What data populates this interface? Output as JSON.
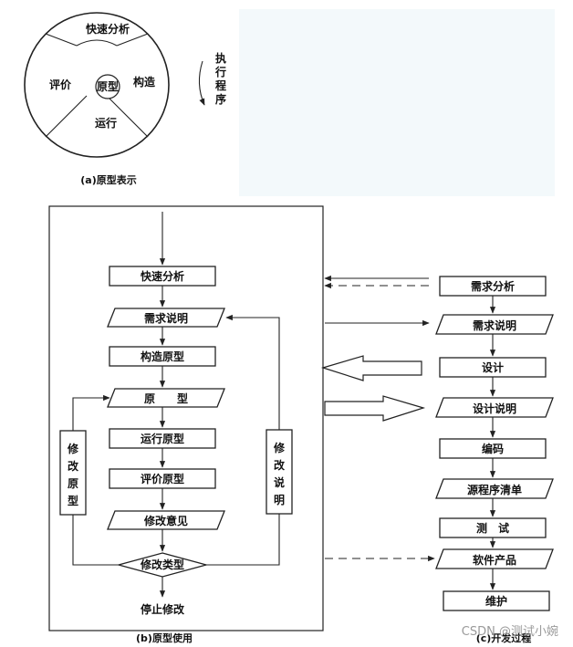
{
  "panel_a": {
    "sectors": {
      "top": "快速分析",
      "left": "评价",
      "right": "构造",
      "bottom": "运行",
      "center": "原型"
    },
    "exec_order": [
      "执",
      "行",
      "程",
      "序"
    ],
    "caption": "(a)原型表示"
  },
  "panel_b": {
    "steps": {
      "quick_analysis": "快速分析",
      "req_spec": "需求说明",
      "build_proto": "构造原型",
      "proto": "原　　型",
      "run_proto": "运行原型",
      "eval_proto": "评价原型",
      "opinions": "修改意见",
      "modify_type": "修改类型",
      "stop": "停止修改"
    },
    "modify_proto": [
      "修",
      "改",
      "原",
      "型"
    ],
    "modify_spec": [
      "修",
      "改",
      "说",
      "明"
    ],
    "caption": "(b)原型使用"
  },
  "panel_c": {
    "steps": {
      "req_analysis": "需求分析",
      "req_spec": "需求说明",
      "design": "设计",
      "design_spec": "设计说明",
      "coding": "编码",
      "source_list": "源程序清单",
      "test": "测　试",
      "product": "软件产品",
      "maintain": "维护"
    },
    "caption": "(c)开发过程"
  },
  "watermark": "CSDN @测试小婉"
}
